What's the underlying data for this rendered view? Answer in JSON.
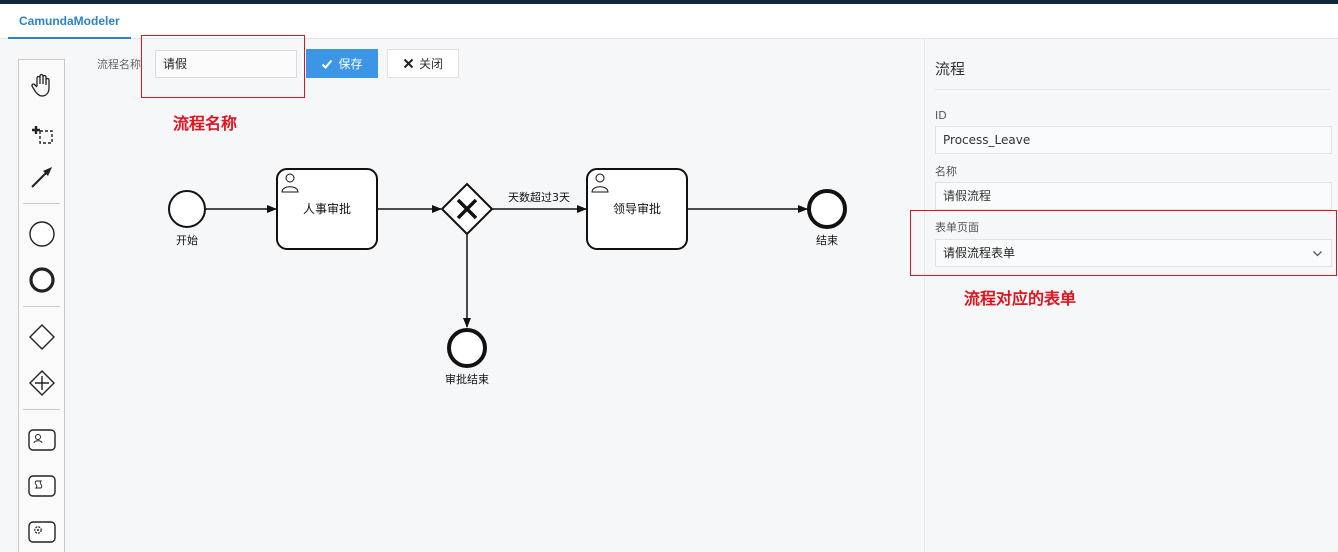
{
  "app": {
    "tab_label": "CamundaModeler"
  },
  "toolbar": {
    "name_label": "流程名称",
    "name_value": "请假",
    "save_label": "保存",
    "close_label": "关闭"
  },
  "palette": {
    "tools": [
      "hand-tool-icon",
      "lasso-tool-icon",
      "connect-tool-icon",
      "start-event-icon",
      "end-event-icon",
      "gateway-icon",
      "parallel-gateway-icon",
      "user-task-icon",
      "script-task-icon",
      "service-task-icon"
    ]
  },
  "diagram": {
    "start_label": "开始",
    "task1_label": "人事审批",
    "task2_label": "领导审批",
    "flow_label": "天数超过3天",
    "end_label": "结束",
    "end2_label": "审批结束"
  },
  "annotations": {
    "name_note": "流程名称",
    "form_note": "流程对应的表单",
    "color": "#e0141e"
  },
  "properties": {
    "title": "流程",
    "id_label": "ID",
    "id_value": "Process_Leave",
    "name_label": "名称",
    "name_value": "请假流程",
    "form_label": "表单页面",
    "form_value": "请假流程表单"
  },
  "colors": {
    "accent": "#3d95e6",
    "tab": "#2d83c7"
  }
}
